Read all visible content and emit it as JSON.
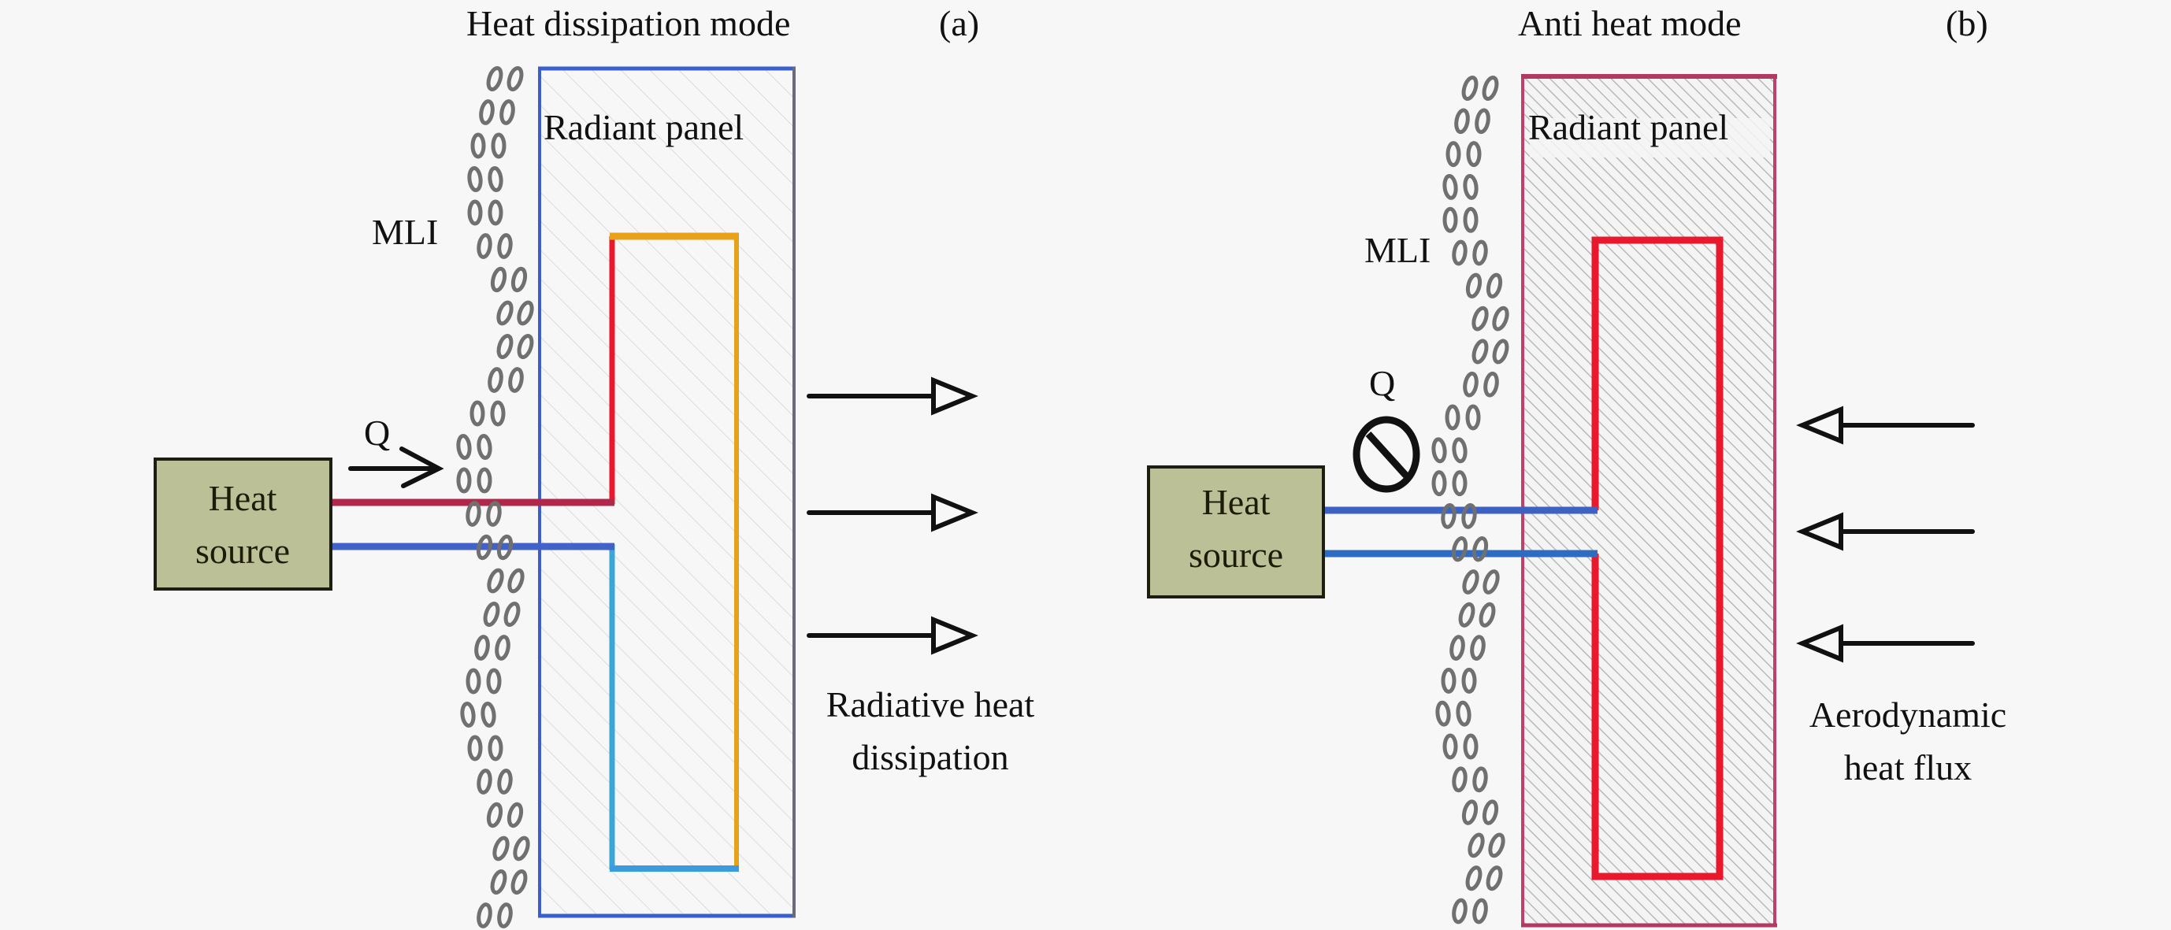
{
  "figure": {
    "panels": [
      {
        "id": "a",
        "mode_title": "Heat dissipation mode",
        "panel_tag": "(a)",
        "panel_label": "Radiant panel",
        "mli_label": "MLI",
        "q_label": "Q",
        "q_state": "flowing",
        "heat_source": [
          "Heat",
          "source"
        ],
        "external_label": [
          "Radiative heat",
          "dissipation"
        ],
        "arrow_direction": "outward",
        "arrow_count": 3,
        "colors": {
          "panel_border": "#3a5fcd",
          "supply_pipe": "#b0284a",
          "return_pipe": "#4163c9",
          "loop_hot": "#e8192c",
          "loop_top": "#e8a21a",
          "loop_cold": "#3aa6d6",
          "heat_source_fill": "#bcc096"
        }
      },
      {
        "id": "b",
        "mode_title": "Anti heat mode",
        "panel_tag": "(b)",
        "panel_label": "Radiant panel",
        "mli_label": "MLI",
        "q_label": "Q",
        "q_state": "blocked",
        "heat_source": [
          "Heat",
          "source"
        ],
        "external_label": [
          "Aerodynamic",
          "heat flux"
        ],
        "arrow_direction": "inward",
        "arrow_count": 3,
        "colors": {
          "panel_border": "#c0406a",
          "supply_pipe": "#3d62c4",
          "return_pipe": "#2f6cc0",
          "loop_hot": "#e8192c",
          "heat_source_fill": "#bcc096"
        }
      }
    ]
  }
}
